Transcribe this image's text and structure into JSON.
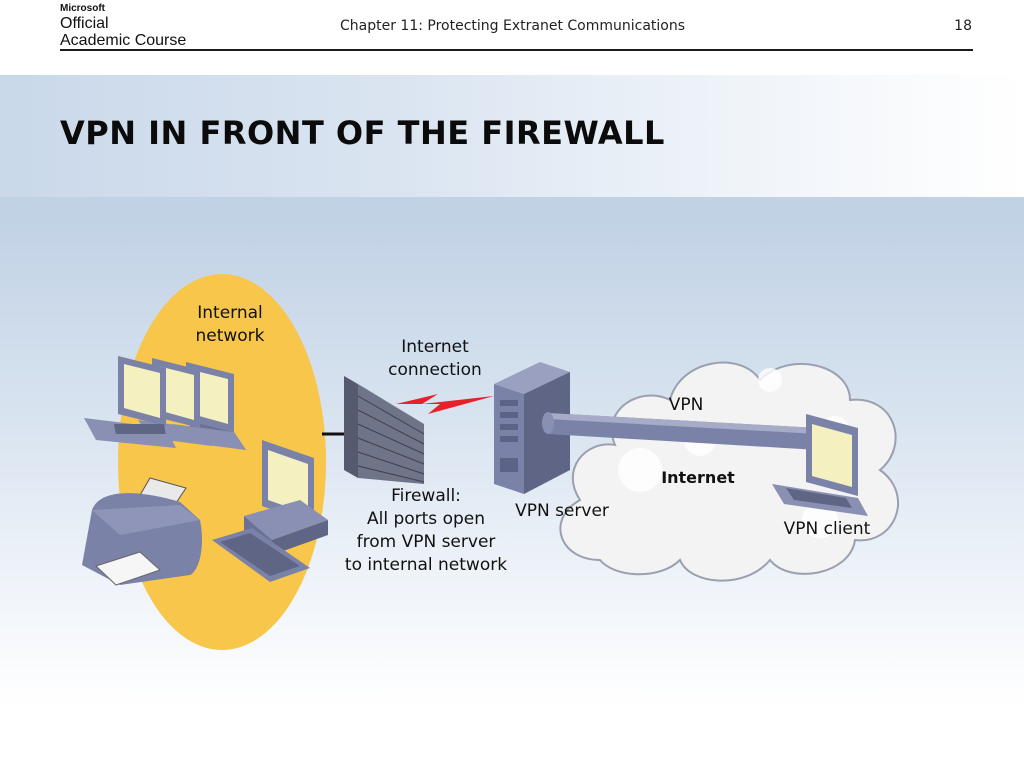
{
  "header": {
    "logo_brand": "Microsoft",
    "logo_line1": "Official",
    "logo_line2": "Academic Course",
    "chapter": "Chapter 11: Protecting Extranet Communications",
    "page_number": "18"
  },
  "slide": {
    "title": "VPN IN FRONT OF THE FIREWALL"
  },
  "diagram": {
    "internal_network_line1": "Internal",
    "internal_network_line2": "network",
    "internet_connection_line1": "Internet",
    "internet_connection_line2": "connection",
    "vpn_label": "VPN",
    "internet_label": "Internet",
    "vpn_server_label": "VPN server",
    "vpn_client_label": "VPN client",
    "firewall_line1": "Firewall:",
    "firewall_line2": "All ports open",
    "firewall_line3": "from VPN server",
    "firewall_line4": "to internal network"
  },
  "colors": {
    "internal_zone": "#f7c64b",
    "device_body": "#7b82a8",
    "screen": "#f4f0c0",
    "brick": "#6f7488",
    "lightning": "#e8202a",
    "cloud": "#f2f2f2"
  }
}
